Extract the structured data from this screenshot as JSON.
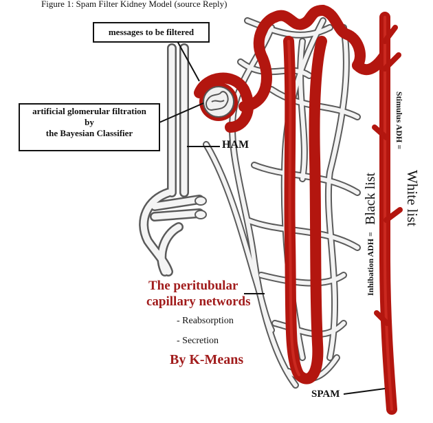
{
  "colors": {
    "vessel_red": "#b3160f",
    "vessel_dark": "#5a0a07",
    "capillary_fill": "#f4f4f4",
    "capillary_stroke": "#5a5a5a",
    "title_red": "#a11c1c",
    "text": "#111111"
  },
  "header": {
    "caption": "Figure 1: Spam Filter Kidney Model (source Reply)"
  },
  "labels": {
    "messages_box": "messages to be filtered",
    "filtration_line1": "artificial glomerular filtration",
    "filtration_line2": "by",
    "filtration_line3": "the Bayesian Classifier",
    "ham": "HAM",
    "spam": "SPAM",
    "peritubular_line1": "The peritubular",
    "peritubular_line2": "capillary networds",
    "reabsorption": "- Reabsorption",
    "secretion": "- Secretion",
    "kmeans": "By K-Means",
    "stimulus_small": "Stimulus ADH =",
    "white_list": "White list",
    "inhibition_small": "Inhibation ADH =",
    "black_list": "Black list"
  }
}
